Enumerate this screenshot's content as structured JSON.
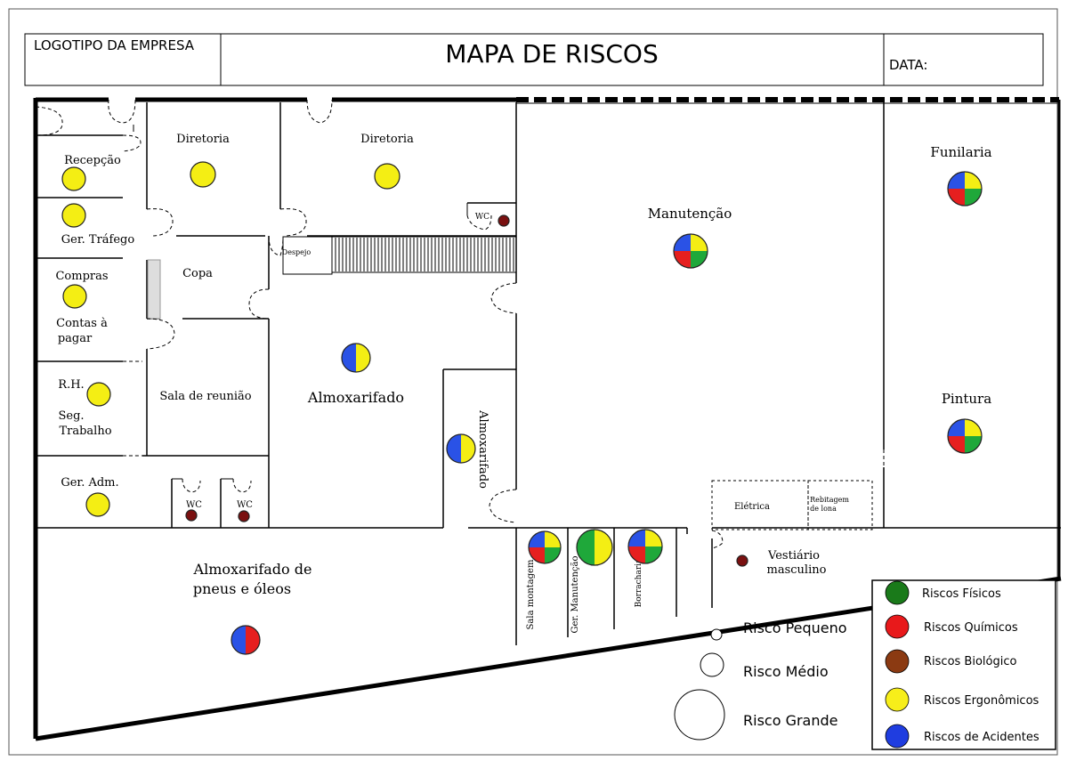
{
  "header": {
    "logo": "LOGOTIPO DA EMPRESA",
    "title": "MAPA DE RISCOS",
    "date_label": "DATA:"
  },
  "rooms": {
    "diretoria1": "Diretoria",
    "diretoria2": "Diretoria",
    "recepcao": "Recepção",
    "ger_trafego": "Ger. Tráfego",
    "compras": "Compras",
    "contas_1": "Contas à",
    "contas_2": "pagar",
    "rh": "R.H.",
    "seg_1": "Seg.",
    "seg_2": "Trabalho",
    "ger_adm": "Ger. Adm.",
    "copa": "Copa",
    "sala_reuniao": "Sala de reunião",
    "wc1": "WC",
    "wc2": "WC",
    "wc3": "WC",
    "despejo": "Despejo",
    "almoxarifado": "Almoxarifado",
    "almoxarifado_vertical": "Almoxarifado",
    "almox_pneus_1": "Almoxarifado de",
    "almox_pneus_2": "pneus e óleos",
    "manutencao": "Manutenção",
    "funilaria": "Funilaria",
    "pintura": "Pintura",
    "eletrica": "Elétrica",
    "rebitagem_1": "Rebitagem",
    "rebitagem_2": "de lona",
    "vestiario_1": "Vestiário",
    "vestiario_2": "masculino",
    "sala_montagem": "Sala montagem",
    "ger_manutencao": "Ger. Manutenção",
    "borracharia": "Borracharia"
  },
  "size_legend": {
    "small": "Risco Pequeno",
    "medium": "Risco Médio",
    "large": "Risco Grande"
  },
  "color_legend": {
    "fisicos": {
      "label": "Riscos Físicos",
      "color": "#1a7a1a"
    },
    "quimicos": {
      "label": "Riscos Químicos",
      "color": "#e8191b"
    },
    "biologico": {
      "label": "Riscos Biológico",
      "color": "#8b3a12"
    },
    "ergonomicos": {
      "label": "Riscos Ergonômicos",
      "color": "#f7ee1a"
    },
    "acidentes": {
      "label": "Riscos de Acidentes",
      "color": "#1f3de0"
    }
  },
  "risk_colors": {
    "green": "#1fa83a",
    "red": "#e61f1f",
    "blue": "#2a52e6",
    "yellow": "#f4ee14",
    "brown": "#7a1010"
  }
}
